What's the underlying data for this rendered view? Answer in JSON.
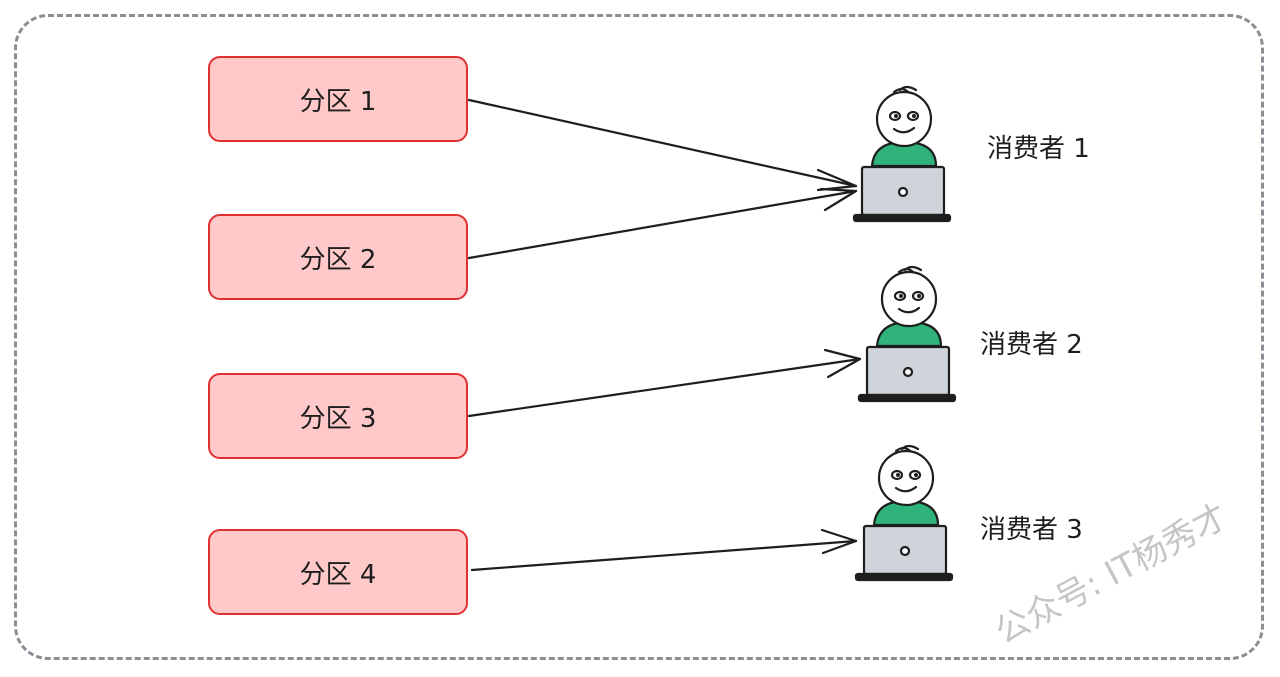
{
  "partitions": [
    {
      "label": "分区 1"
    },
    {
      "label": "分区 2"
    },
    {
      "label": "分区 3"
    },
    {
      "label": "分区 4"
    }
  ],
  "consumers": [
    {
      "label": "消费者 1"
    },
    {
      "label": "消费者 2"
    },
    {
      "label": "消费者 3"
    }
  ],
  "assignments": [
    {
      "partition": "分区 1",
      "consumer": "消费者 1"
    },
    {
      "partition": "分区 2",
      "consumer": "消费者 1"
    },
    {
      "partition": "分区 3",
      "consumer": "消费者 2"
    },
    {
      "partition": "分区 4",
      "consumer": "消费者 3"
    }
  ],
  "watermark": "公众号: IT杨秀才",
  "colors": {
    "partition_fill": "#ffc9c9",
    "partition_stroke": "#e03131",
    "frame_border": "#8a8f96",
    "shirt": "#2fb37a",
    "laptop": "#ced4da"
  }
}
